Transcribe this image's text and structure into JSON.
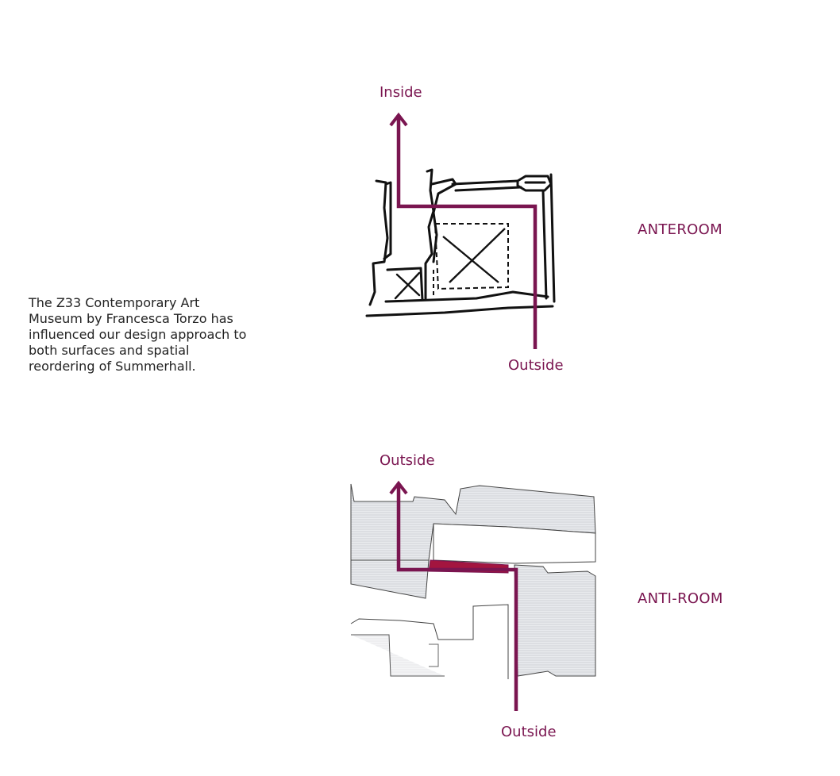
{
  "caption": "The Z33 Contemporary Art Museum by Francesca Torzo has influenced our design approach to both surfaces and spatial reordering of Summerhall.",
  "diagrams": [
    {
      "title": "ANTEROOM",
      "label_top": "Inside",
      "label_bottom": "Outside"
    },
    {
      "title": "ANTI-ROOM",
      "label_top": "Outside",
      "label_bottom": "Outside"
    }
  ],
  "colors": {
    "accent": "#7a1550",
    "highlight": "#a3153f",
    "ink": "#111111",
    "text": "#222222"
  }
}
